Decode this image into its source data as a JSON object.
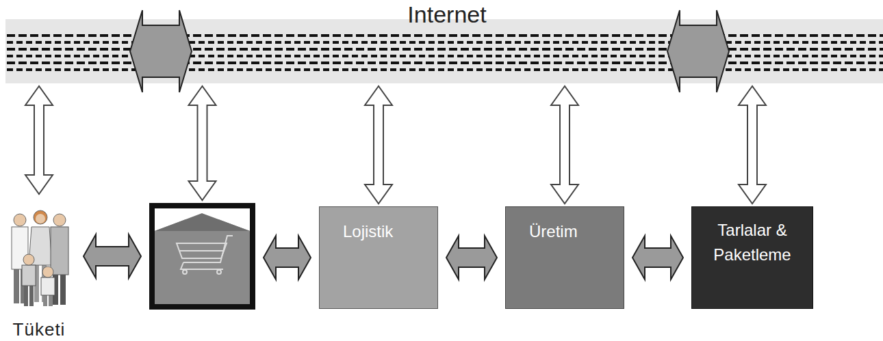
{
  "diagram": {
    "nodes": [
      {
        "text": [
          "Internet"
        ]
      },
      {
        "text": [
          "Tüketi"
        ]
      },
      {
        "text": []
      },
      {
        "text": [
          "Lojistik"
        ]
      },
      {
        "text": [
          "Üretim"
        ]
      },
      {
        "text": [
          "Tarlalar & Paketleme"
        ]
      }
    ],
    "edges": [
      {
        "from": 0,
        "to": 1,
        "arrow": "both"
      },
      {
        "from": 0,
        "to": 2,
        "arrow": "both"
      },
      {
        "from": 0,
        "to": 3,
        "arrow": "both"
      },
      {
        "from": 0,
        "to": 4,
        "arrow": "both"
      },
      {
        "from": 0,
        "to": 5,
        "arrow": "both"
      },
      {
        "from": 1,
        "to": 2,
        "arrow": "both"
      },
      {
        "from": 2,
        "to": 3,
        "arrow": "both"
      },
      {
        "from": 3,
        "to": 4,
        "arrow": "both"
      },
      {
        "from": 4,
        "to": 5,
        "arrow": "both"
      }
    ]
  }
}
